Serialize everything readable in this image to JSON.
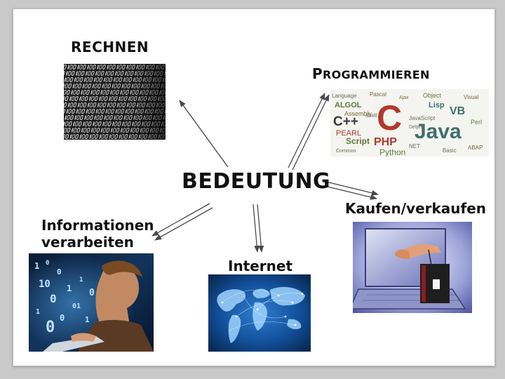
{
  "center": "BEDEUTUNG",
  "nodes": {
    "rechnen": "RECHNEN",
    "programmieren_first": "P",
    "programmieren_rest": "ROGRAMMIEREN",
    "kaufen": "Kaufen/verkaufen",
    "info_line1": "Informationen",
    "info_line2": "verarbeiten",
    "internet": "Internet"
  },
  "word_cloud": [
    "Language",
    "Pascal",
    "Lisp",
    "ALGOL",
    "VB",
    "C",
    "C++",
    "Java",
    "PHP",
    "PEARL",
    "Script",
    "Python",
    "JavaScript",
    "Assembly",
    "Object",
    "Ajax",
    "shell",
    "Delphi",
    "Common",
    "NET",
    "Visual",
    "Perl",
    "Basic",
    "ABAP"
  ],
  "colors": {
    "arrow": "#4a4a4a",
    "background": "#c9c9c9",
    "slide": "#ffffff",
    "cloud_red": "#b0392b",
    "cloud_teal": "#3f6f6c",
    "cloud_green": "#5f7a3c"
  }
}
